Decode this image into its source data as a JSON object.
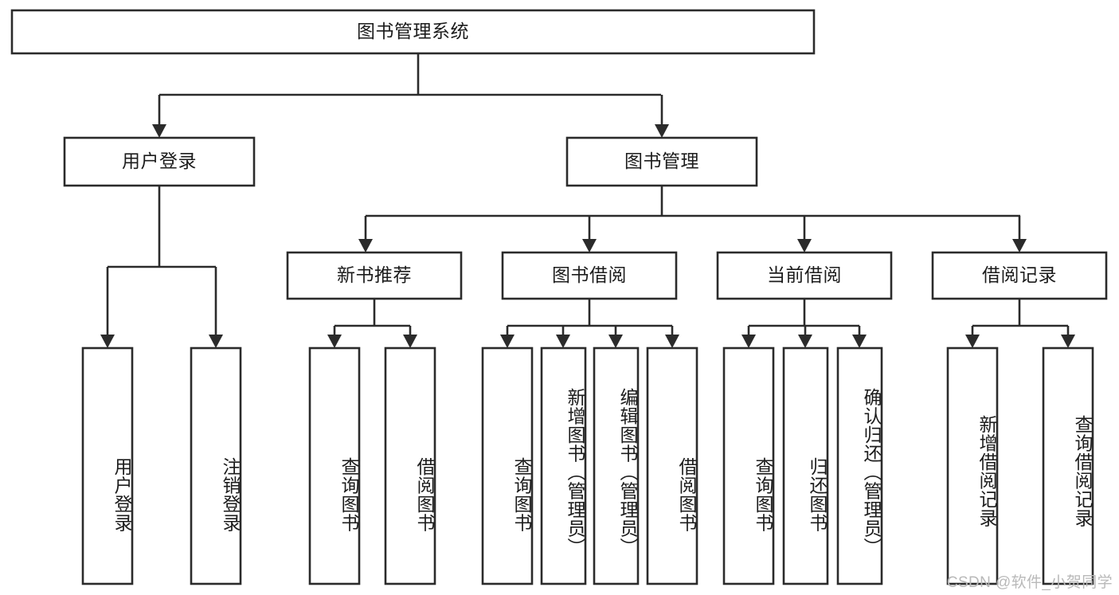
{
  "diagram": {
    "title": "图书管理系统",
    "type": "tree",
    "orientation": "top-down",
    "colors": {
      "line": "#2b2b2b",
      "box_fill": "#ffffff",
      "text": "#1c1c1c",
      "watermark": "#b9b9b9",
      "background": "#ffffff"
    },
    "watermark": "CSDN @软件_小贺同学",
    "nodes": {
      "root": {
        "id": "root",
        "label": "图书管理系统",
        "level": 0,
        "orientation": "horizontal"
      },
      "l1": [
        {
          "id": "user-login",
          "label": "用户登录",
          "level": 1,
          "orientation": "horizontal"
        },
        {
          "id": "book-manage",
          "label": "图书管理",
          "level": 1,
          "orientation": "horizontal"
        }
      ],
      "l2": [
        {
          "id": "new-book-recommend",
          "label": "新书推荐",
          "level": 2,
          "orientation": "horizontal",
          "parent": "book-manage"
        },
        {
          "id": "book-borrow",
          "label": "图书借阅",
          "level": 2,
          "orientation": "horizontal",
          "parent": "book-manage"
        },
        {
          "id": "current-borrow",
          "label": "当前借阅",
          "level": 2,
          "orientation": "horizontal",
          "parent": "book-manage"
        },
        {
          "id": "borrow-record",
          "label": "借阅记录",
          "level": 2,
          "orientation": "horizontal",
          "parent": "book-manage"
        }
      ],
      "leaves": [
        {
          "id": "leaf-user-login",
          "label": "用户登录",
          "parent": "user-login",
          "orientation": "vertical"
        },
        {
          "id": "leaf-logout-login",
          "label": "注销登录",
          "parent": "user-login",
          "orientation": "vertical"
        },
        {
          "id": "leaf-query-book-1",
          "label": "查询图书",
          "parent": "new-book-recommend",
          "orientation": "vertical"
        },
        {
          "id": "leaf-borrow-book-1",
          "label": "借阅图书",
          "parent": "new-book-recommend",
          "orientation": "vertical"
        },
        {
          "id": "leaf-query-book-2",
          "label": "查询图书",
          "parent": "book-borrow",
          "orientation": "vertical"
        },
        {
          "id": "leaf-add-book",
          "label": "新增图书（管理员）",
          "parent": "book-borrow",
          "orientation": "vertical"
        },
        {
          "id": "leaf-edit-book",
          "label": "编辑图书（管理员）",
          "parent": "book-borrow",
          "orientation": "vertical"
        },
        {
          "id": "leaf-borrow-book-2",
          "label": "借阅图书",
          "parent": "book-borrow",
          "orientation": "vertical"
        },
        {
          "id": "leaf-query-book-3",
          "label": "查询图书",
          "parent": "current-borrow",
          "orientation": "vertical"
        },
        {
          "id": "leaf-return-book",
          "label": "归还图书",
          "parent": "current-borrow",
          "orientation": "vertical"
        },
        {
          "id": "leaf-confirm-return",
          "label": "确认归还（管理员）",
          "parent": "current-borrow",
          "orientation": "vertical"
        },
        {
          "id": "leaf-add-record",
          "label": "新增借阅记录",
          "parent": "borrow-record",
          "orientation": "vertical"
        },
        {
          "id": "leaf-query-record",
          "label": "查询借阅记录",
          "parent": "borrow-record",
          "orientation": "vertical"
        }
      ]
    }
  }
}
